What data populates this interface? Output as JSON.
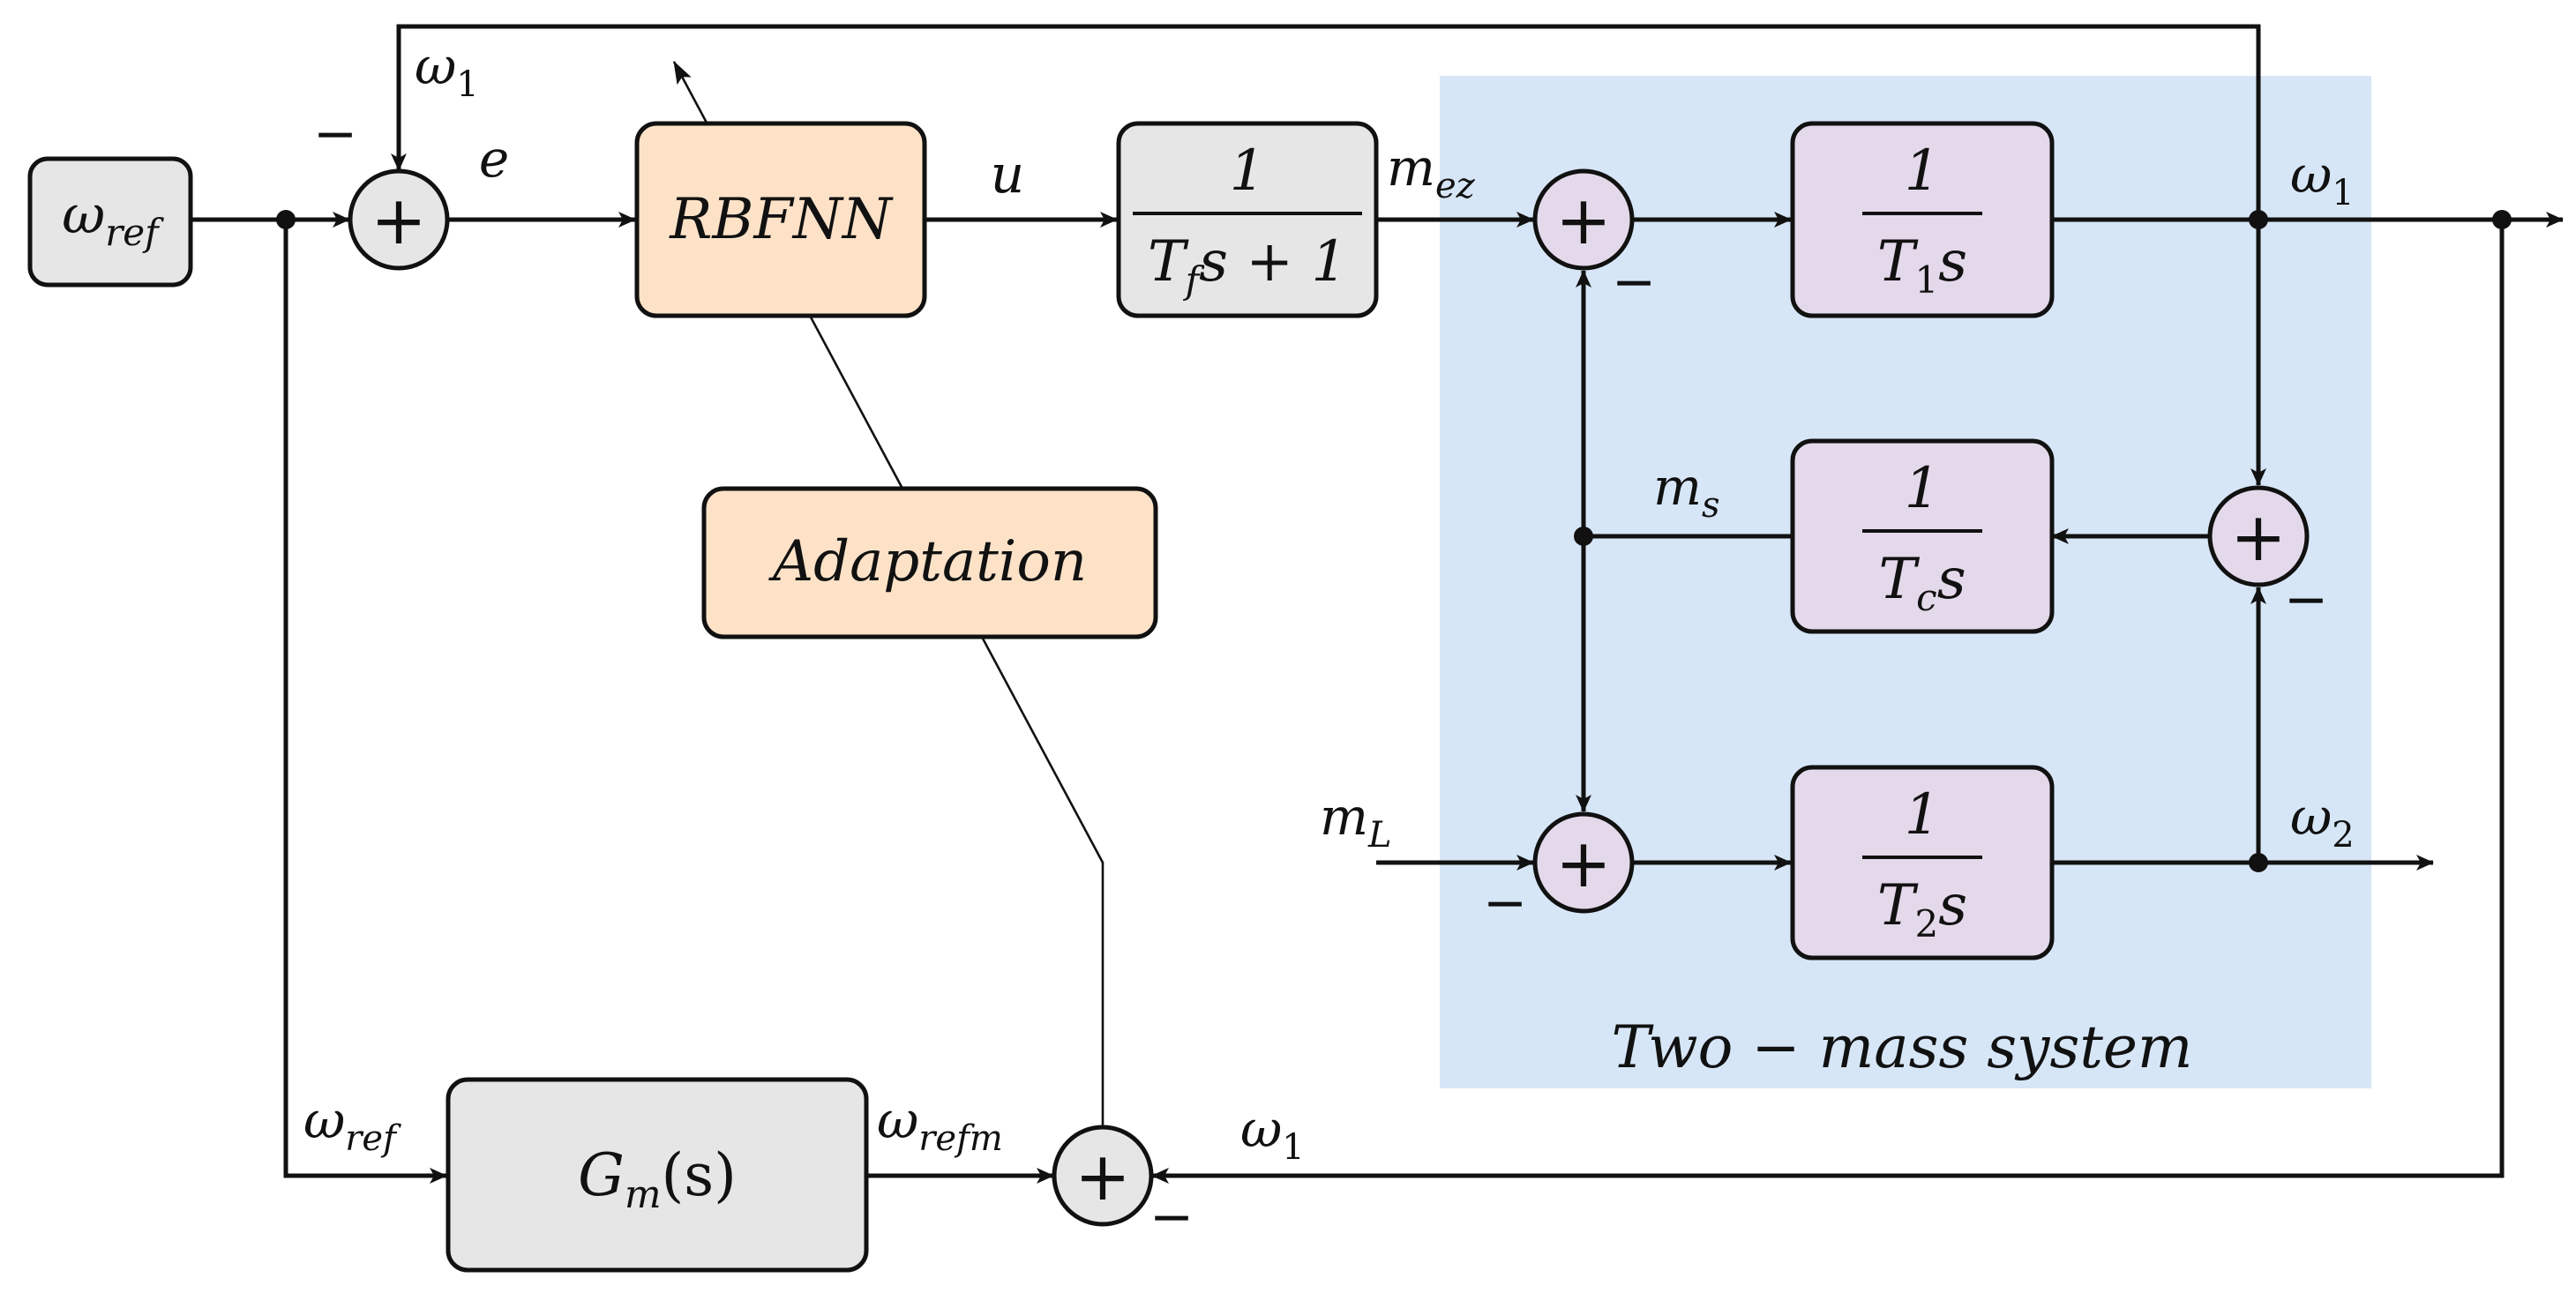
{
  "colors": {
    "gray_block": "#E6E6E6",
    "orange_block": "#FDE2C8",
    "purple_block": "#E4D9EA",
    "plant_region": "#D6E6F7",
    "stroke": "#111111"
  },
  "blocks": {
    "omega_ref_source": {
      "sym": "ω",
      "sub": "ref"
    },
    "rbfnn": "RBFNN",
    "adaptation": "Adaptation",
    "filter": {
      "num": "1",
      "den_pre": "T",
      "den_sub": "f",
      "den_post": "s + 1"
    },
    "t1": {
      "num": "1",
      "den_pre": "T",
      "den_sub": "1",
      "den_post": "s"
    },
    "tc": {
      "num": "1",
      "den_pre": "T",
      "den_sub": "c",
      "den_post": "s"
    },
    "t2": {
      "num": "1",
      "den_pre": "T",
      "den_sub": "2",
      "den_post": "s"
    },
    "reference_model": {
      "pre": "G",
      "sub": "m",
      "post": "(s)"
    }
  },
  "signals": {
    "omega1_feedback": {
      "sym": "ω",
      "sub": "1"
    },
    "error": "e",
    "control": "u",
    "motor_torque": {
      "sym": "m",
      "sub": "ez"
    },
    "omega1_out": {
      "sym": "ω",
      "sub": "1"
    },
    "shaft_torque": {
      "sym": "m",
      "sub": "s"
    },
    "load_torque": {
      "sym": "m",
      "sub": "L"
    },
    "omega2_out": {
      "sym": "ω",
      "sub": "2"
    },
    "omega_ref_branch": {
      "sym": "ω",
      "sub": "ref"
    },
    "omega_refm": {
      "sym": "ω",
      "sub": "refm"
    },
    "omega1_return": {
      "sym": "ω",
      "sub": "1"
    }
  },
  "region_label": "Two − mass system",
  "summing_symbol": "+",
  "minus_sign": "−"
}
